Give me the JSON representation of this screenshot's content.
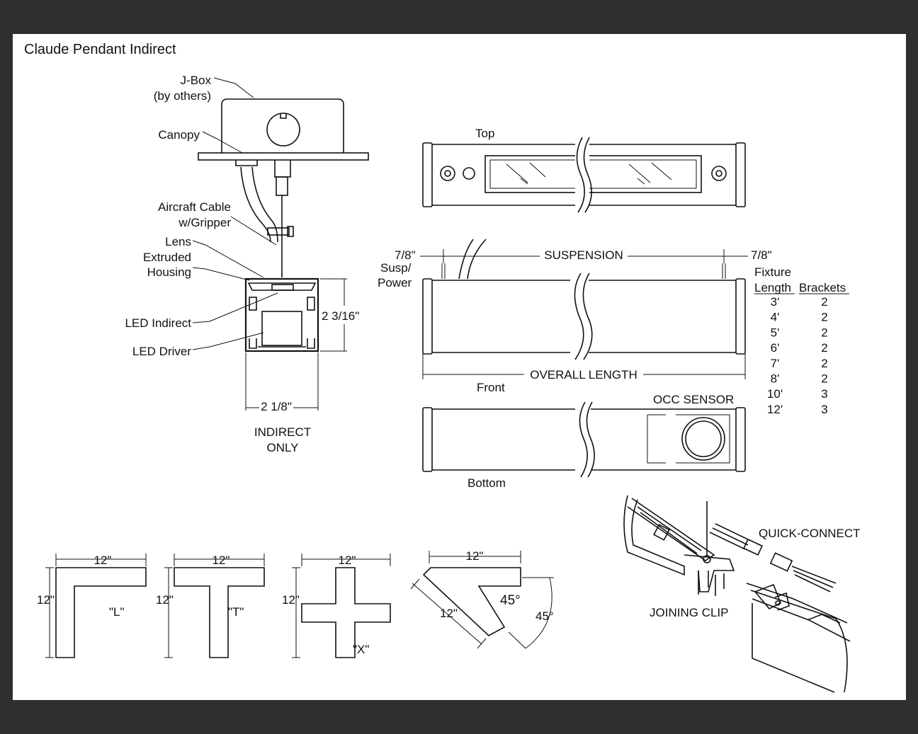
{
  "title": "Claude Pendant Indirect",
  "section": {
    "labels": {
      "jbox_1": "J-Box",
      "jbox_2": "(by others)",
      "canopy": "Canopy",
      "cable_1": "Aircraft Cable",
      "cable_2": "w/Gripper",
      "lens": "Lens",
      "housing_1": "Extruded",
      "housing_2": "Housing",
      "led_indirect": "LED Indirect",
      "led_driver": "LED Driver",
      "height_dim": "2 3/16\"",
      "width_dim": "2 1/8\"",
      "caption_1": "INDIRECT",
      "caption_2": "ONLY"
    }
  },
  "views": {
    "top": "Top",
    "front": "Front",
    "bottom": "Bottom",
    "suspension": "SUSPENSION",
    "offset_left": "7/8\"",
    "offset_right": "7/8\"",
    "susp_power_1": "Susp/",
    "susp_power_2": "Power",
    "overall_length": "OVERALL LENGTH",
    "occ_sensor": "OCC SENSOR"
  },
  "fixture_table": {
    "header_1": "Fixture",
    "col_length": "Length",
    "col_brackets": "Brackets",
    "rows": [
      {
        "length": "3'",
        "brackets": "2"
      },
      {
        "length": "4'",
        "brackets": "2"
      },
      {
        "length": "5'",
        "brackets": "2"
      },
      {
        "length": "6'",
        "brackets": "2"
      },
      {
        "length": "7'",
        "brackets": "2"
      },
      {
        "length": "8'",
        "brackets": "2"
      },
      {
        "length": "10'",
        "brackets": "3"
      },
      {
        "length": "12'",
        "brackets": "3"
      }
    ]
  },
  "connectors": {
    "l": {
      "name": "\"L\"",
      "w": "12\"",
      "h": "12\""
    },
    "t": {
      "name": "\"T\"",
      "w": "12\"",
      "h": "12\""
    },
    "x": {
      "name": "\"X\"",
      "w": "12\"",
      "h": "12\""
    },
    "angle": {
      "w": "12\"",
      "side": "12\"",
      "angle": "45°",
      "angle_dim": "45°"
    }
  },
  "detail": {
    "quick_connect": "QUICK-CONNECT",
    "joining_clip": "JOINING CLIP"
  }
}
